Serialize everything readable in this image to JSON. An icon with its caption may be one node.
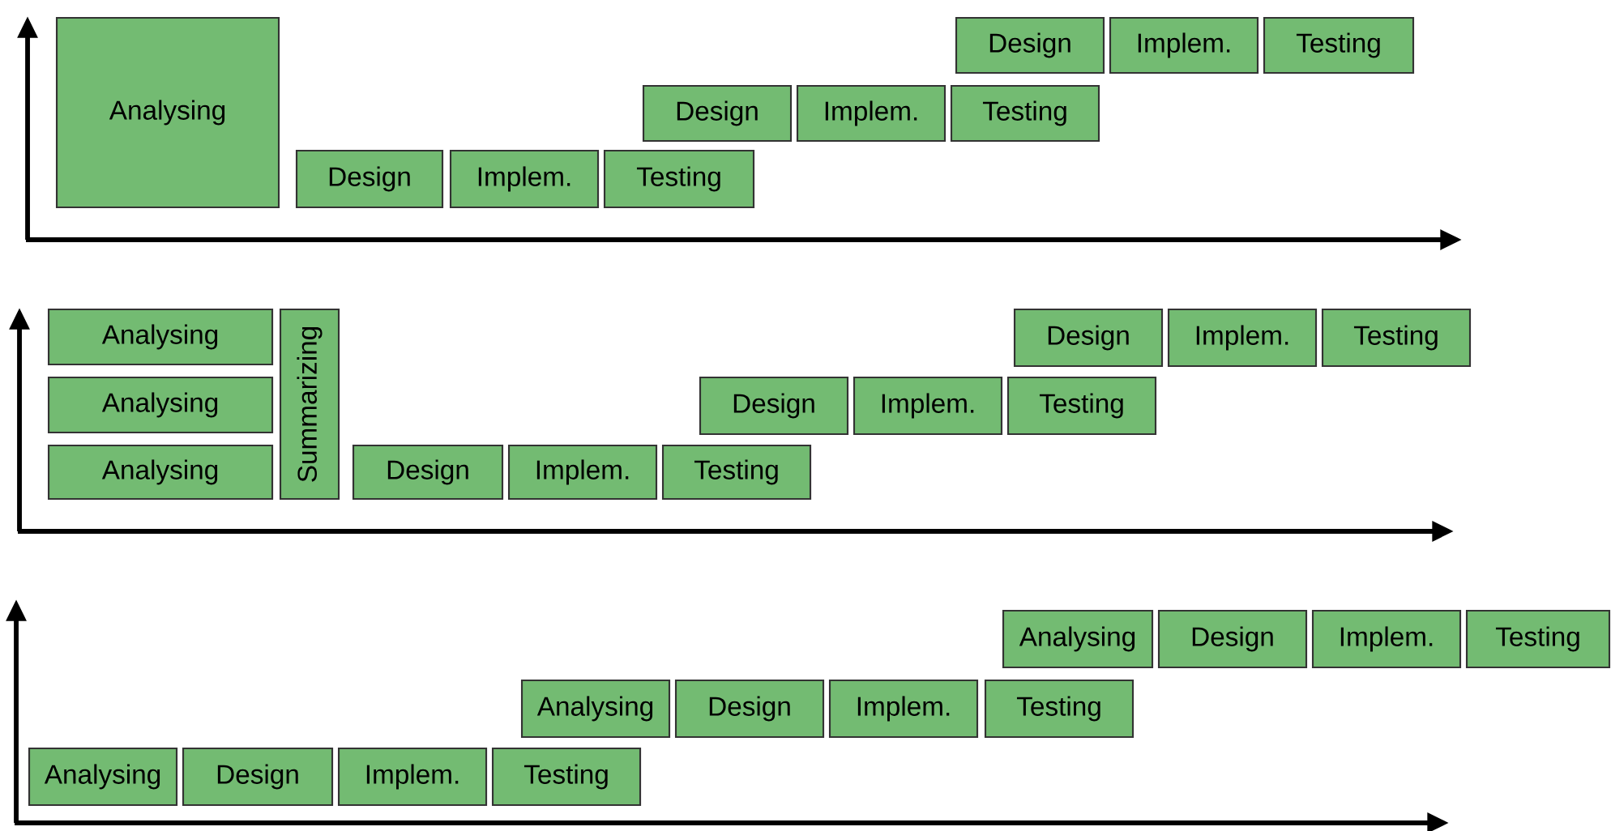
{
  "diagram": {
    "nodes": [
      {
        "text": [
          "Analysing"
        ]
      },
      {
        "text": [
          "Design"
        ]
      },
      {
        "text": [
          "Implem."
        ]
      },
      {
        "text": [
          "Testing"
        ]
      },
      {
        "text": [
          "Design"
        ]
      },
      {
        "text": [
          "Implem."
        ]
      },
      {
        "text": [
          "Testing"
        ]
      },
      {
        "text": [
          "Design"
        ]
      },
      {
        "text": [
          "Implem."
        ]
      },
      {
        "text": [
          "Testing"
        ]
      },
      {
        "text": [
          "Analysing"
        ]
      },
      {
        "text": [
          "Analysing"
        ]
      },
      {
        "text": [
          "Analysing"
        ]
      },
      {
        "text": [
          "Summarizing"
        ]
      },
      {
        "text": [
          "Design"
        ]
      },
      {
        "text": [
          "Implem."
        ]
      },
      {
        "text": [
          "Testing"
        ]
      },
      {
        "text": [
          "Design"
        ]
      },
      {
        "text": [
          "Implem."
        ]
      },
      {
        "text": [
          "Testing"
        ]
      },
      {
        "text": [
          "Design"
        ]
      },
      {
        "text": [
          "Implem."
        ]
      },
      {
        "text": [
          "Testing"
        ]
      },
      {
        "text": [
          "Analysing"
        ]
      },
      {
        "text": [
          "Design"
        ]
      },
      {
        "text": [
          "Implem."
        ]
      },
      {
        "text": [
          "Testing"
        ]
      },
      {
        "text": [
          "Analysing"
        ]
      },
      {
        "text": [
          "Design"
        ]
      },
      {
        "text": [
          "Implem."
        ]
      },
      {
        "text": [
          "Testing"
        ]
      },
      {
        "text": [
          "Analysing"
        ]
      },
      {
        "text": [
          "Design"
        ]
      },
      {
        "text": [
          "Implem."
        ]
      },
      {
        "text": [
          "Testing"
        ]
      }
    ]
  }
}
